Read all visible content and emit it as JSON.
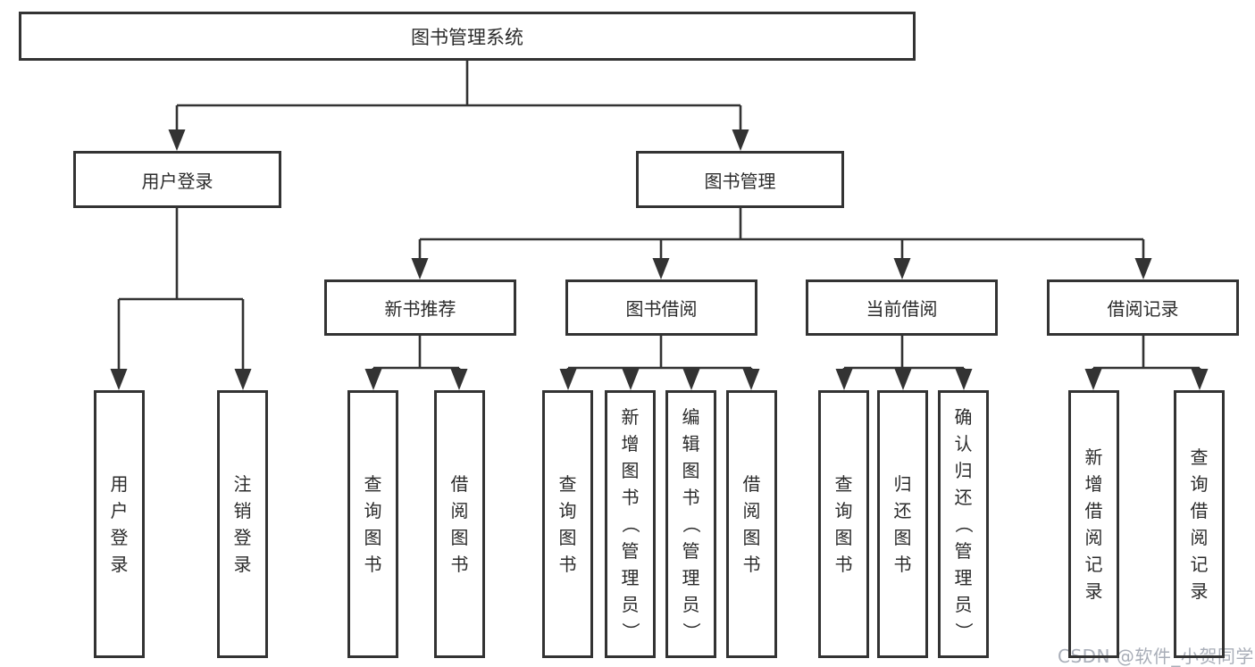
{
  "tree": {
    "root": "图书管理系统",
    "children": [
      {
        "label": "用户登录",
        "children": [
          {
            "label": "用户登录"
          },
          {
            "label": "注销登录"
          }
        ]
      },
      {
        "label": "图书管理",
        "children": [
          {
            "label": "新书推荐",
            "children": [
              {
                "label": "查询图书"
              },
              {
                "label": "借阅图书"
              }
            ]
          },
          {
            "label": "图书借阅",
            "children": [
              {
                "label": "查询图书"
              },
              {
                "label": "新增图书（管理员）"
              },
              {
                "label": "编辑图书（管理员）"
              },
              {
                "label": "借阅图书"
              }
            ]
          },
          {
            "label": "当前借阅",
            "children": [
              {
                "label": "查询图书"
              },
              {
                "label": "归还图书"
              },
              {
                "label": "确认归还（管理员）"
              }
            ]
          },
          {
            "label": "借阅记录",
            "children": [
              {
                "label": "新增借阅记录"
              },
              {
                "label": "查询借阅记录"
              }
            ]
          }
        ]
      }
    ]
  },
  "colors": {
    "line": "#333333",
    "border": "#333333",
    "text": "#2b2b2b",
    "background": "#ffffff",
    "watermark": "#a9aeb8"
  },
  "watermark": {
    "text": "CSDN @软件_小贺同学"
  }
}
